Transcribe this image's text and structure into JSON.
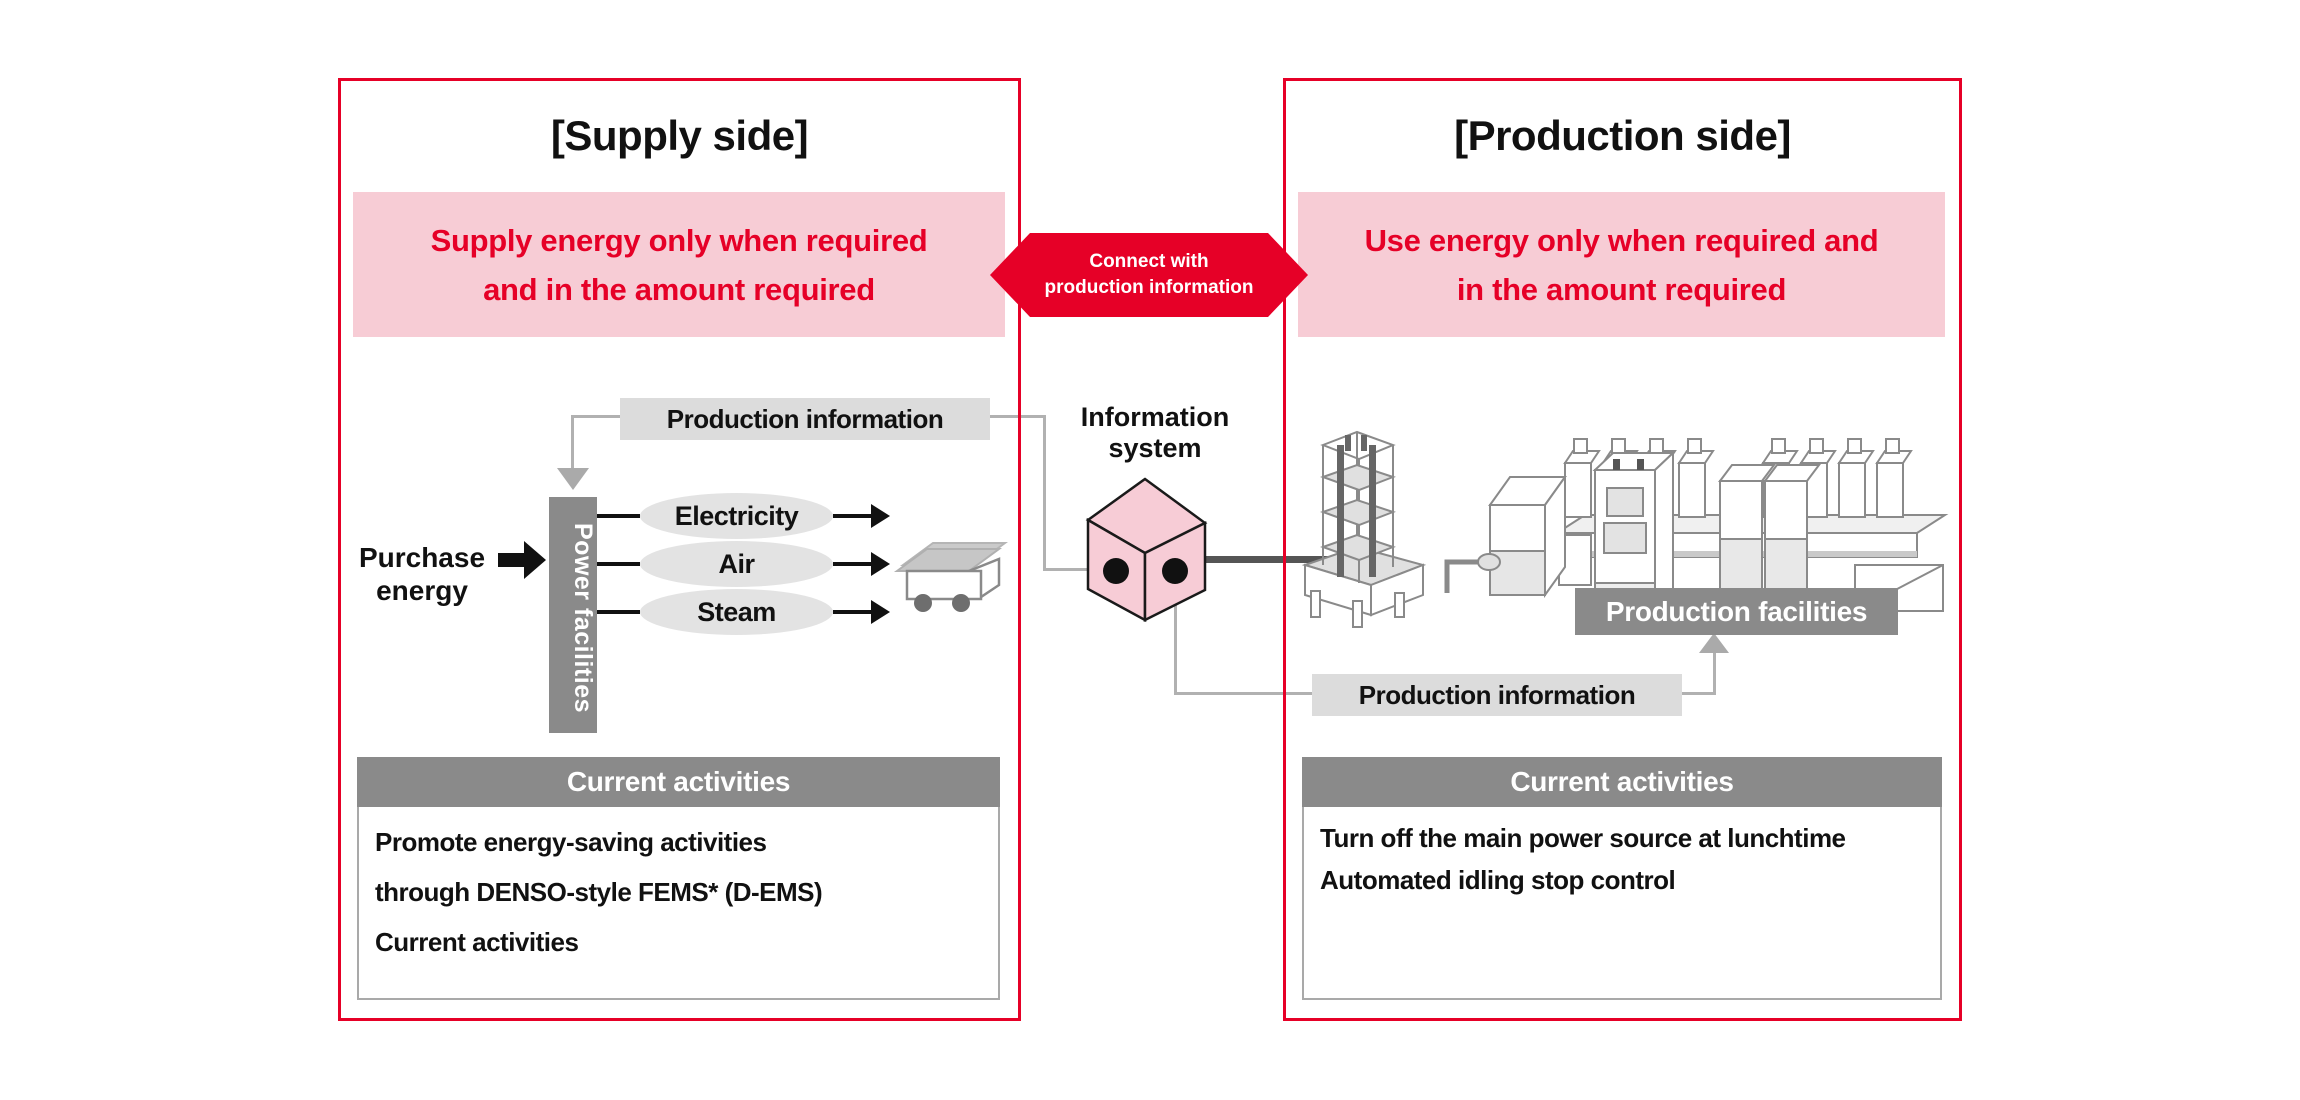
{
  "supply": {
    "title": "[Supply side]",
    "banner": "Supply energy only when required\nand in the amount required",
    "production_info_label": "Production information",
    "purchase_energy_label": "Purchase\nenergy",
    "power_facilities_label": "Power facilities",
    "outputs": [
      "Electricity",
      "Air",
      "Steam"
    ],
    "current_activities": {
      "header": "Current activities",
      "lines": [
        "Promote energy-saving activities",
        "through DENSO-style FEMS* (D-EMS)",
        "Current activities"
      ]
    }
  },
  "connector": {
    "hexagon_label": "Connect with\nproduction  information"
  },
  "center": {
    "info_system_label": "Information\nsystem"
  },
  "production": {
    "title": "[Production side]",
    "banner": "Use energy only when required and\nin the amount required",
    "facilities_label": "Production facilities",
    "production_info_label": "Production information",
    "current_activities": {
      "header": "Current activities",
      "lines": [
        "Turn off the main power source at lunchtime",
        "Automated idling stop control"
      ]
    }
  },
  "colors": {
    "accent_red": "#e60027",
    "banner_pink": "#f7ccd5",
    "cube_pink": "#f7ccd6",
    "label_gray": "#dcdcdc",
    "dark_gray": "#8a8a8a",
    "line_gray": "#b1b1b1",
    "connector_dark": "#555555",
    "text_black": "#111111"
  }
}
